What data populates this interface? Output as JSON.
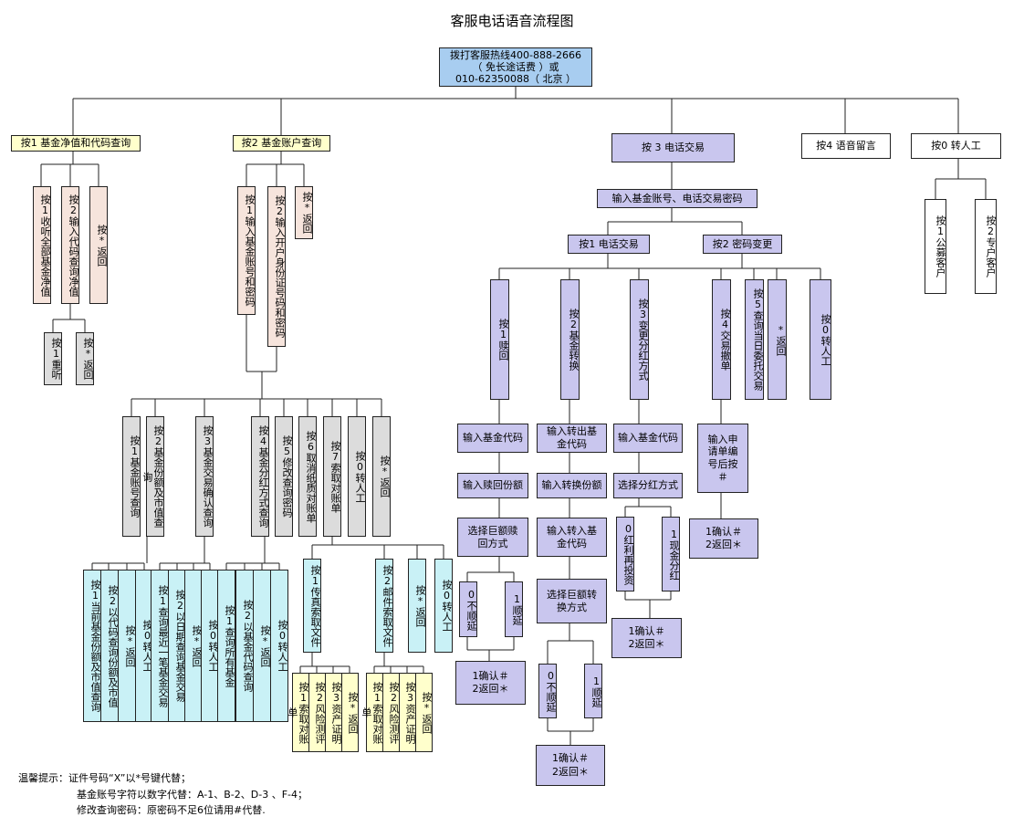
{
  "title": "客服电话语音流程图",
  "hotline": [
    "拨打客服热线400-888-2666",
    "（ 免长途话费 ）或",
    "010-62350088（ 北京 ）"
  ],
  "level1": {
    "b1": "按1 基金净值和代码查询",
    "b2": "按2 基金账户查询",
    "b3": "按 3 电话交易",
    "b4": "按4 语音留言",
    "b0": "按0 转人工"
  },
  "netvalue": {
    "all": "按1收听全部基金净值",
    "code": "按2输入代码查询净值",
    "back": "按*返回",
    "replay": "按1重听",
    "back2": "按*返回"
  },
  "account": {
    "acct_pwd": "按1输入基金账号和密码",
    "id_pwd": "按2输入开户身份证号码和密码",
    "back": "按*返回",
    "menu": [
      "按1基金账号查询",
      "按2基金份额及市值查询",
      "按3基金交易确认查询",
      "按4基金分红方式查询",
      "按5修改查询密码",
      "按6取消纸质对账单",
      "按7索取对账单",
      "按0转人工",
      "按*返回"
    ],
    "share_sub": [
      "按1当前基金份额及市值查询",
      "按2以代码查询份额及市值",
      "按*返回",
      "按0转人工"
    ],
    "trade_sub": [
      "按1查询最近一笔基金交易",
      "按2以日期查询基金交易",
      "按*返回",
      "按0转人工"
    ],
    "dividend_sub": [
      "按1查询所有基金",
      "按2以基金代码查询",
      "按*返回",
      "按0转人工"
    ],
    "statement_sub": [
      "按1传真索取文件",
      "按2邮件索取文件",
      "按*返回",
      "按0转人工"
    ],
    "fax_docs": [
      "按1索取对账单",
      "按2风险测评",
      "按3资产证明",
      "按*返回"
    ],
    "mail_docs": [
      "按1索取对账单",
      "按2风险测评",
      "按3资产证明",
      "按*返回"
    ]
  },
  "trade": {
    "login": "输入基金账号、电话交易密码",
    "t1": "按1 电话交易",
    "t2": "按2 密码变更",
    "ops": [
      "按1赎回",
      "按2基金转换",
      "按3变更分红方式",
      "按4交易撤单",
      "按5查询当日委托交易",
      "*返回",
      "按0转人工"
    ],
    "redeem": [
      "输入基金代码",
      "输入赎回份额",
      "选择巨额赎回方式"
    ],
    "redeem_opts": [
      "0不顺延",
      "1顺延"
    ],
    "redeem_confirm": [
      "1确认＃",
      "2返回＊"
    ],
    "convert": [
      "输入转出基金代码",
      "输入转换份额",
      "输入转入基金代码",
      "选择巨额转换方式"
    ],
    "convert_opts": [
      "0不顺延",
      "1顺延"
    ],
    "convert_confirm": [
      "1确认＃",
      "2返回＊"
    ],
    "dividend": [
      "输入基金代码",
      "选择分红方式"
    ],
    "dividend_opts": [
      "0红利再投资",
      "1现金分红"
    ],
    "dividend_confirm": [
      "1确认＃",
      "2返回＊"
    ],
    "cancel": "输入申请单编号后按＃",
    "cancel_confirm": [
      "1确认＃",
      "2返回＊"
    ]
  },
  "manual": {
    "public": "按1公募客户",
    "private": "按2专户客户"
  },
  "notes": [
    "温馨提示：证件号码“X”以*号键代替；",
    "基金账号字符以数字代替：A-1、B-2、D-3 、F-4；",
    "修改查询密码：原密码不足6位请用#代替."
  ]
}
